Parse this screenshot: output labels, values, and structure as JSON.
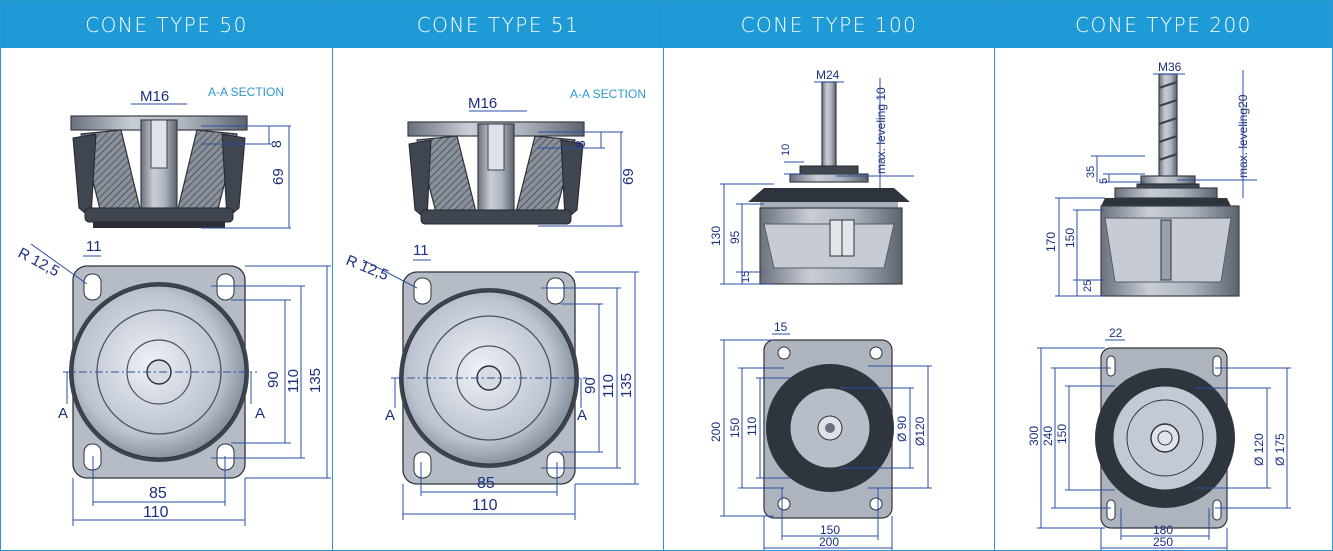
{
  "columns": [
    {
      "title": "CONE TYPE 50",
      "section": "A-A SECTION",
      "thread": "M16",
      "dims": {
        "d8": "8",
        "d69": "69",
        "d11": "11",
        "r": "R 12,5",
        "d90": "90",
        "d110v": "110",
        "d135": "135",
        "d85": "85",
        "d110h": "110",
        "a": "A"
      }
    },
    {
      "title": "CONE TYPE 51",
      "section": "A-A SECTION",
      "thread": "M16",
      "dims": {
        "d8": "8",
        "d69": "69",
        "d11": "11",
        "r": "R 12,5",
        "d90": "90",
        "d110v": "110",
        "d135": "135",
        "d85": "85",
        "d110h": "110",
        "a": "A"
      }
    },
    {
      "title": "CONE TYPE 100",
      "thread": "M24",
      "level": "max. leveling 10",
      "dims": {
        "d10": "10",
        "d130": "130",
        "d95": "95",
        "d15s": "15",
        "d15": "15",
        "d200v": "200",
        "d150v": "150",
        "d110": "110",
        "o90": "Ø 90",
        "o120": "Ø120",
        "d150h": "150",
        "d200h": "200"
      }
    },
    {
      "title": "CONE TYPE 200",
      "thread": "M36",
      "level": "max. leveling20",
      "dims": {
        "d35": "35",
        "d5": "5",
        "d170": "170",
        "d150": "150",
        "d25": "25",
        "d22": "22",
        "d300": "300",
        "d240": "240",
        "d150b": "150",
        "o120": "Ø 120",
        "o175": "Ø 175",
        "d180": "180",
        "d250": "250"
      }
    }
  ]
}
